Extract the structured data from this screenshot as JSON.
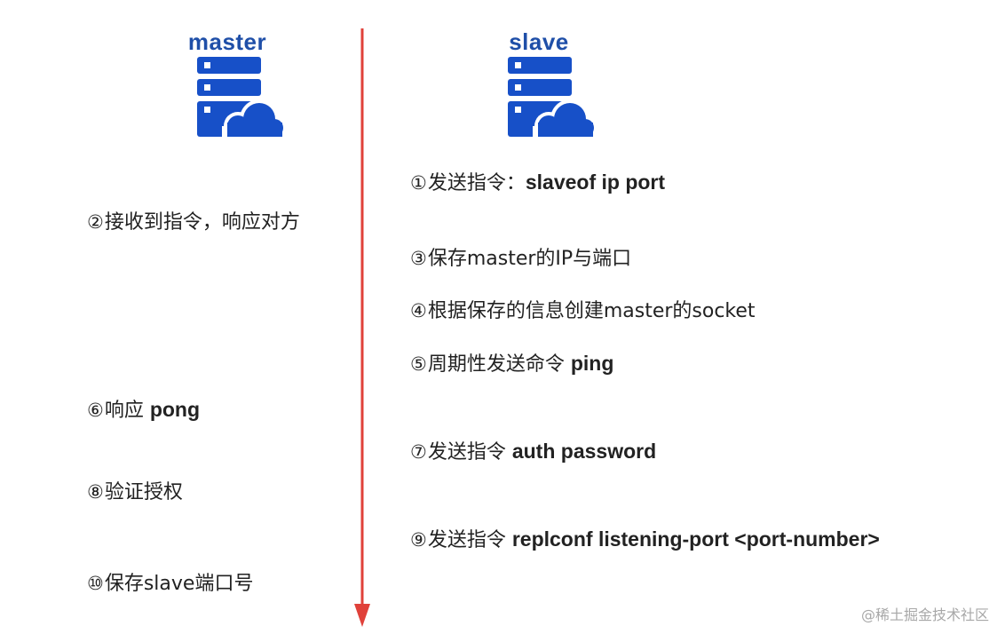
{
  "master": {
    "title": "master",
    "icon": "server-cloud-icon"
  },
  "slave": {
    "title": "slave",
    "icon": "server-cloud-icon"
  },
  "colors": {
    "icon": "#1750c8",
    "title": "#1f4fa8",
    "timeline": "#e0413a"
  },
  "steps": {
    "s1": {
      "num": "①",
      "text": "发送指令：",
      "code": "slaveof ip port"
    },
    "s2": {
      "num": "②",
      "text": "接收到指令，响应对方"
    },
    "s3": {
      "num": "③",
      "text": "保存master的IP与端口"
    },
    "s4": {
      "num": "④",
      "text": "根据保存的信息创建master的socket"
    },
    "s5": {
      "num": "⑤",
      "text": "周期性发送命令 ",
      "code": "ping"
    },
    "s6": {
      "num": "⑥",
      "text": "响应 ",
      "code": "pong"
    },
    "s7": {
      "num": "⑦",
      "text": "发送指令 ",
      "code": "auth password"
    },
    "s8": {
      "num": "⑧",
      "text": "验证授权"
    },
    "s9": {
      "num": "⑨",
      "text": "发送指令 ",
      "code": "replconf listening-port <port-number>"
    },
    "s10": {
      "num": "⑩",
      "text": "保存slave端口号"
    }
  },
  "watermark": "@稀土掘金技术社区"
}
